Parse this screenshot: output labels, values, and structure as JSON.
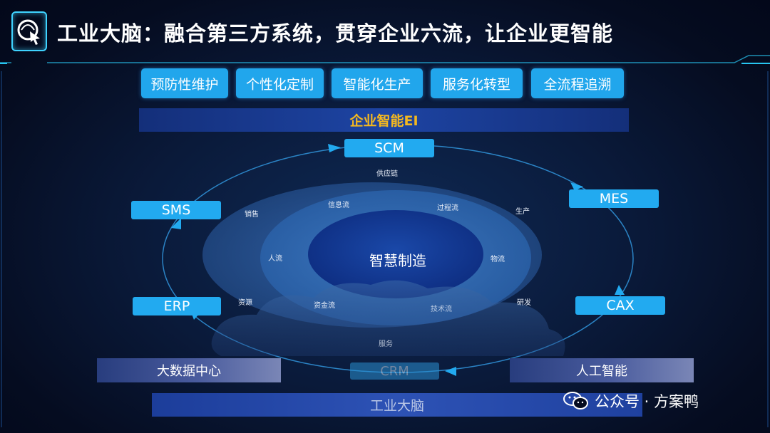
{
  "header": {
    "title": "工业大脑：融合第三方系统，贯穿企业六流，让企业更智能",
    "logo_icon": "brain-cursor-logo-icon"
  },
  "top_features": [
    "预防性维护",
    "个性化定制",
    "智能化生产",
    "服务化转型",
    "全流程追溯"
  ],
  "ei_bar": "企业智能EI",
  "systems": {
    "scm": "SCM",
    "mes": "MES",
    "sms": "SMS",
    "erp": "ERP",
    "cax": "CAX",
    "crm": "CRM"
  },
  "ring_labels": {
    "supply": "供应链",
    "production": "生产",
    "rd": "研发",
    "service": "服务",
    "resources": "资源",
    "sales": "销售"
  },
  "flows": {
    "info": "信息流",
    "process": "过程流",
    "people": "人流",
    "logistics": "物流",
    "capital": "资金流",
    "tech": "技术流"
  },
  "center": "智慧制造",
  "bottom": {
    "bigdata": "大数据中心",
    "ai": "人工智能",
    "brain": "工业大脑"
  },
  "watermark": {
    "text": "公众号 · 方案鸭",
    "icon": "wechat-icon"
  },
  "colors": {
    "accent_blue": "#22aaf0",
    "frame_cyan": "#27c5f0",
    "ei_text": "#f4b81f"
  }
}
